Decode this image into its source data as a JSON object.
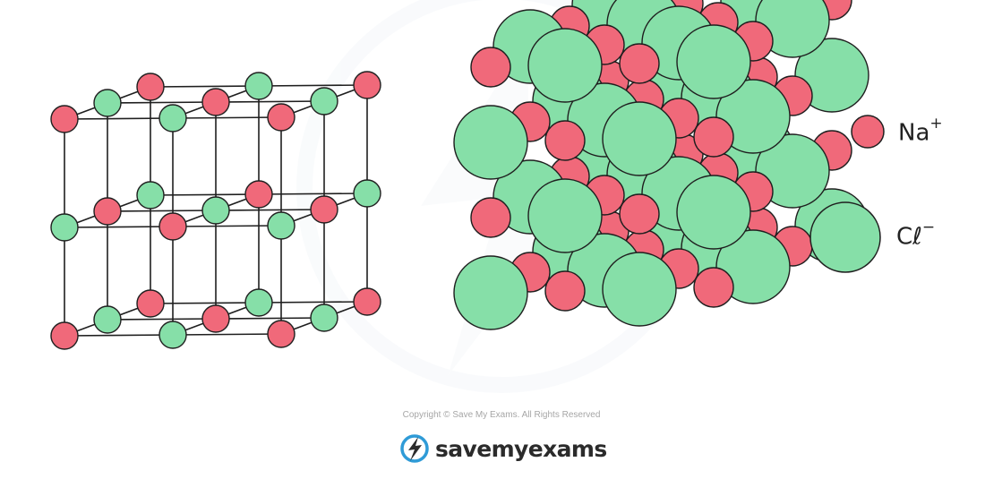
{
  "legend": {
    "sodium": {
      "symbol": "Na",
      "charge": "+"
    },
    "chloride": {
      "symbol": "Cℓ",
      "charge": "−"
    }
  },
  "footer": {
    "copyright": "Copyright © Save My Exams. All Rights Reserved",
    "brand": "savemyexams"
  },
  "colors": {
    "sodium_fill": "#f0697a",
    "chloride_fill": "#86dfa8",
    "outline": "#1f1f1f",
    "brand_blue": "#2f9bd7"
  },
  "icons": [
    "lightning-bolt-icon"
  ]
}
